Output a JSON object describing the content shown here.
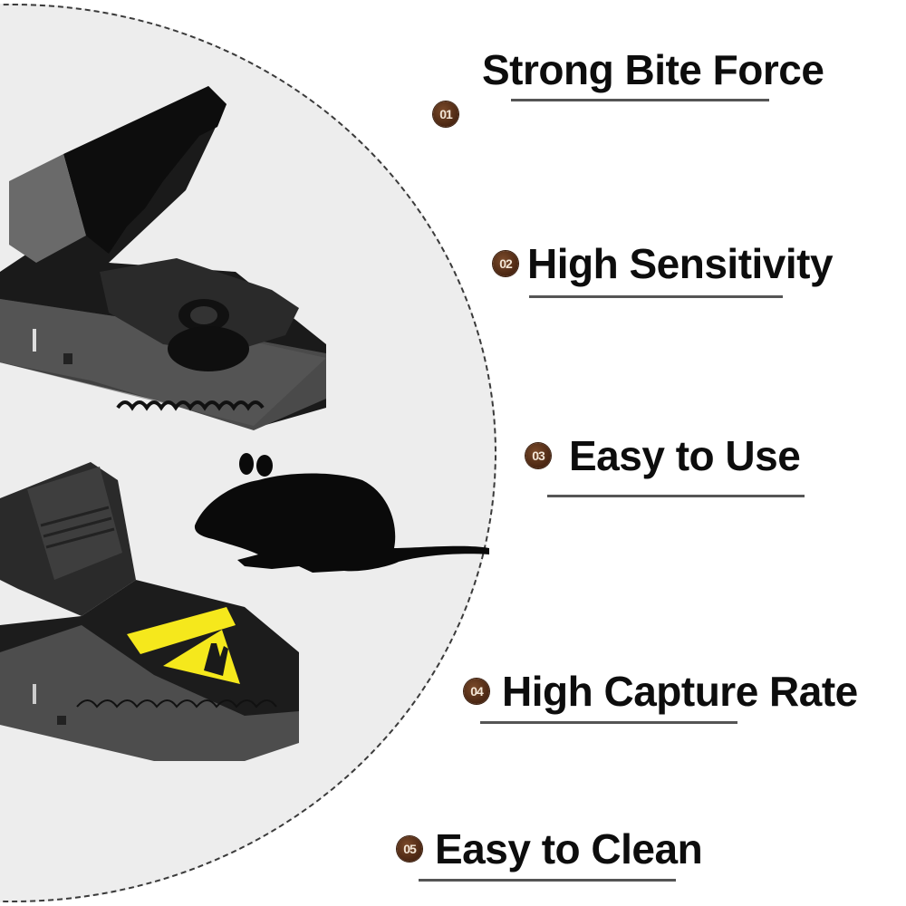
{
  "features": [
    {
      "number": "01",
      "label": "Strong Bite Force"
    },
    {
      "number": "02",
      "label": "High Sensitivity"
    },
    {
      "number": "03",
      "label": "Easy to Use"
    },
    {
      "number": "04",
      "label": "High Capture Rate"
    },
    {
      "number": "05",
      "label": "Easy to Clean"
    }
  ],
  "products": {
    "top_trap": "open-jaw-mouse-trap",
    "bottom_trap": "closed-mouse-trap",
    "silhouette": "mouse-silhouette",
    "warning_label": "hand-warning-triangle"
  },
  "colors": {
    "badge": "#5a2f17",
    "background_oval": "#ededed",
    "text": "#0d0d0d",
    "warning": "#f5e81c"
  }
}
